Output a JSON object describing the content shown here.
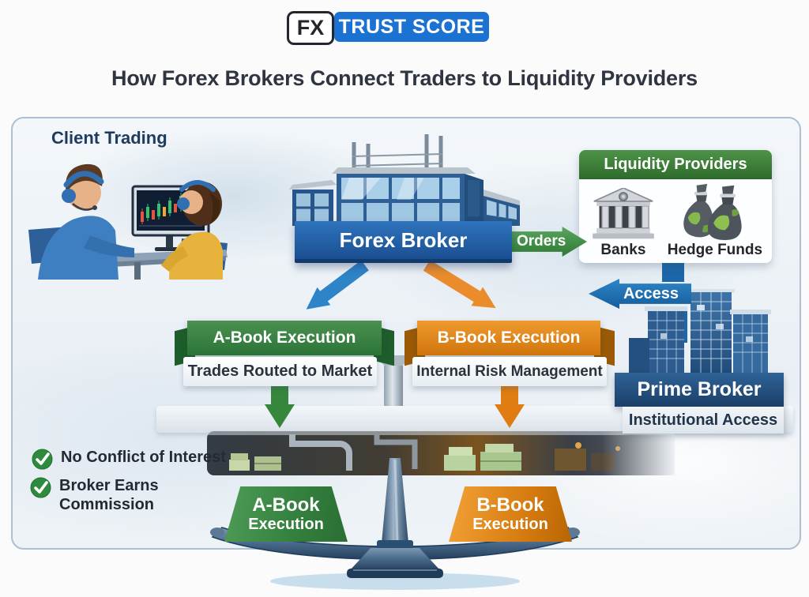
{
  "logo": {
    "fx": "FX",
    "trust": "TRUST SCORE"
  },
  "title": "How Forex Brokers Connect Traders to Liquidity Providers",
  "diagram": {
    "client_label": "Client Trading",
    "forex_broker": "Forex Broker",
    "orders_arrow": "Orders",
    "access_arrow": "Access",
    "liquidity": {
      "header": "Liquidity Providers",
      "banks": "Banks",
      "hedge_funds": "Hedge Funds"
    },
    "prime_broker": {
      "banner": "Prime Broker",
      "sub": "Institutional Access"
    },
    "a_book": {
      "banner": "A-Book Execution",
      "sub": "Trades Routed to Market"
    },
    "b_book": {
      "banner": "B-Book Execution",
      "sub": "Internal Risk Management"
    },
    "checks": [
      {
        "label": "No Conflict of Interest"
      },
      {
        "label": "Broker Earns Commission"
      }
    ],
    "scale": {
      "left": {
        "line1": "A-Book",
        "line2": "Execution"
      },
      "right": {
        "line1": "B-Book",
        "line2": "Execution"
      }
    }
  },
  "colors": {
    "logo_blue": "#1c72d3",
    "banner_blue": "#1a4f92",
    "prime_blue": "#1b3f68",
    "green": "#2e7a35",
    "orange": "#d0750d",
    "check_green": "#2e8b3d",
    "arrow_blue": "#2e84c8",
    "panel_border": "#aebfd2"
  },
  "icons": {
    "check_glyph": "✓"
  }
}
